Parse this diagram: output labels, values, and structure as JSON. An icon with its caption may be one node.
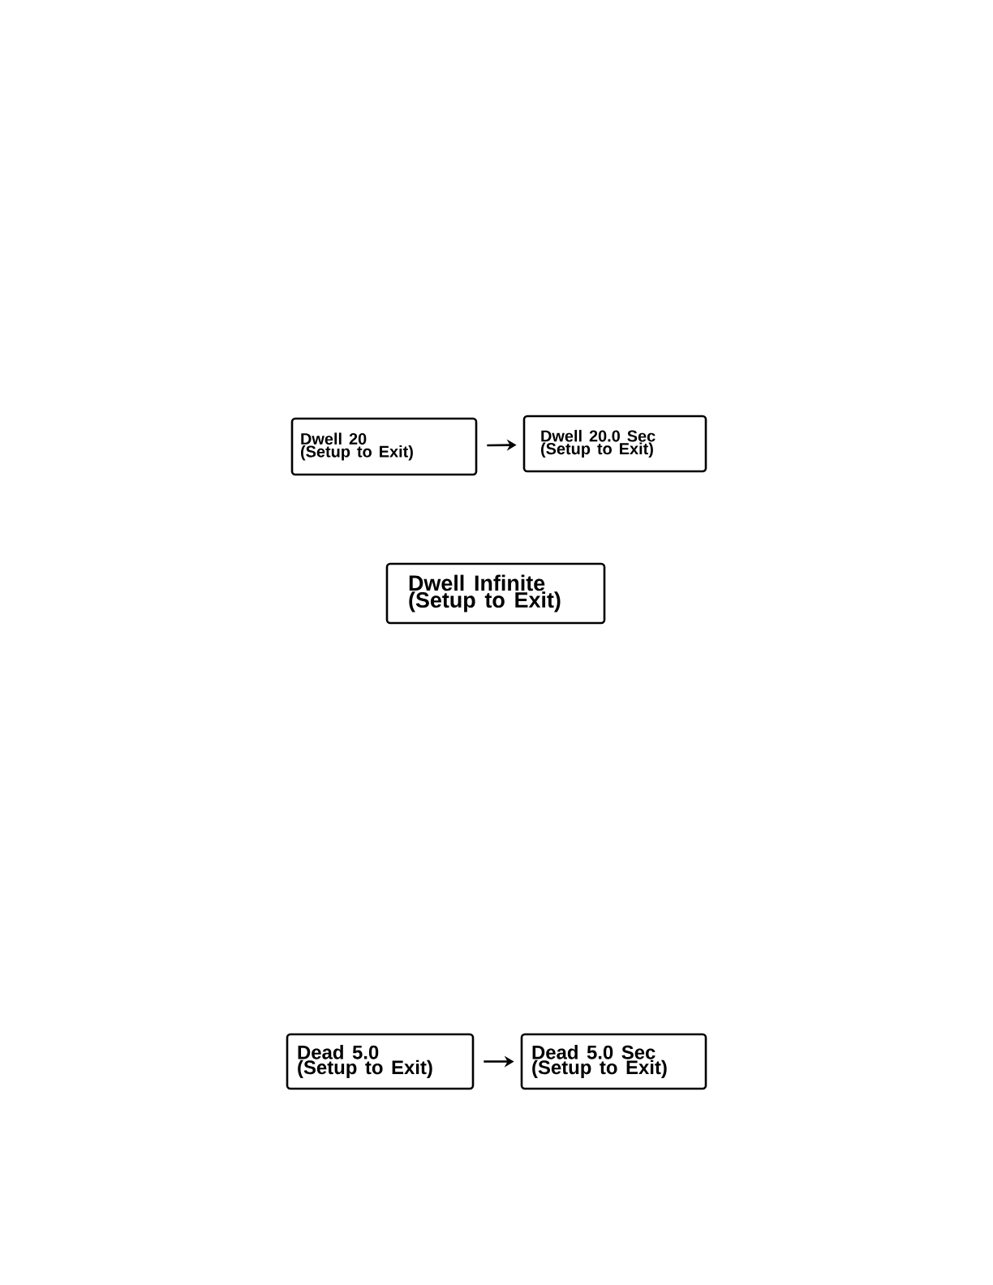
{
  "diagram": {
    "nodes": [
      {
        "text": [
          "Dwell 20",
          "(Setup to Exit)"
        ]
      },
      {
        "text": [
          "Dwell 20.0 Sec",
          "(Setup to Exit)"
        ]
      },
      {
        "text": [
          "Dwell Infinite",
          "(Setup to Exit)"
        ]
      },
      {
        "text": [
          "Dead 5.0",
          "(Setup to Exit)"
        ]
      },
      {
        "text": [
          "Dead 5.0 Sec",
          "(Setup to Exit)"
        ]
      }
    ],
    "edges": [
      {
        "from": 0,
        "to": 1,
        "arrow": "to"
      },
      {
        "from": 3,
        "to": 4,
        "arrow": "to"
      }
    ]
  }
}
